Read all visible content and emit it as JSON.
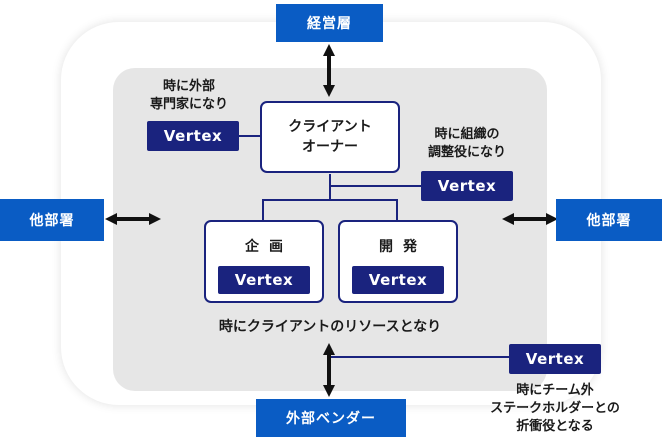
{
  "stakeholders": {
    "top": "経営層",
    "left": "他部署",
    "right": "他部署",
    "bottom": "外部ベンダー"
  },
  "owner": {
    "line1": "クライアント",
    "line2": "オーナー"
  },
  "teams": [
    {
      "title": "企画",
      "badge": "Vertex"
    },
    {
      "title": "開発",
      "badge": "Vertex"
    }
  ],
  "badges": {
    "expert": "Vertex",
    "coordinator": "Vertex",
    "external": "Vertex"
  },
  "notes": {
    "expert": "時に外部\n専門家になり",
    "coordinator": "時に組織の\n調整役になり",
    "resource": "時にクライアントのリソースとなり",
    "external": "時にチーム外\nステークホルダーとの\n折衝役となる"
  },
  "colors": {
    "stakeholder": "#0a5cc4",
    "vertex_badge": "#1a237e",
    "inner_area": "#e6e6e6",
    "arrows": "#111111"
  }
}
